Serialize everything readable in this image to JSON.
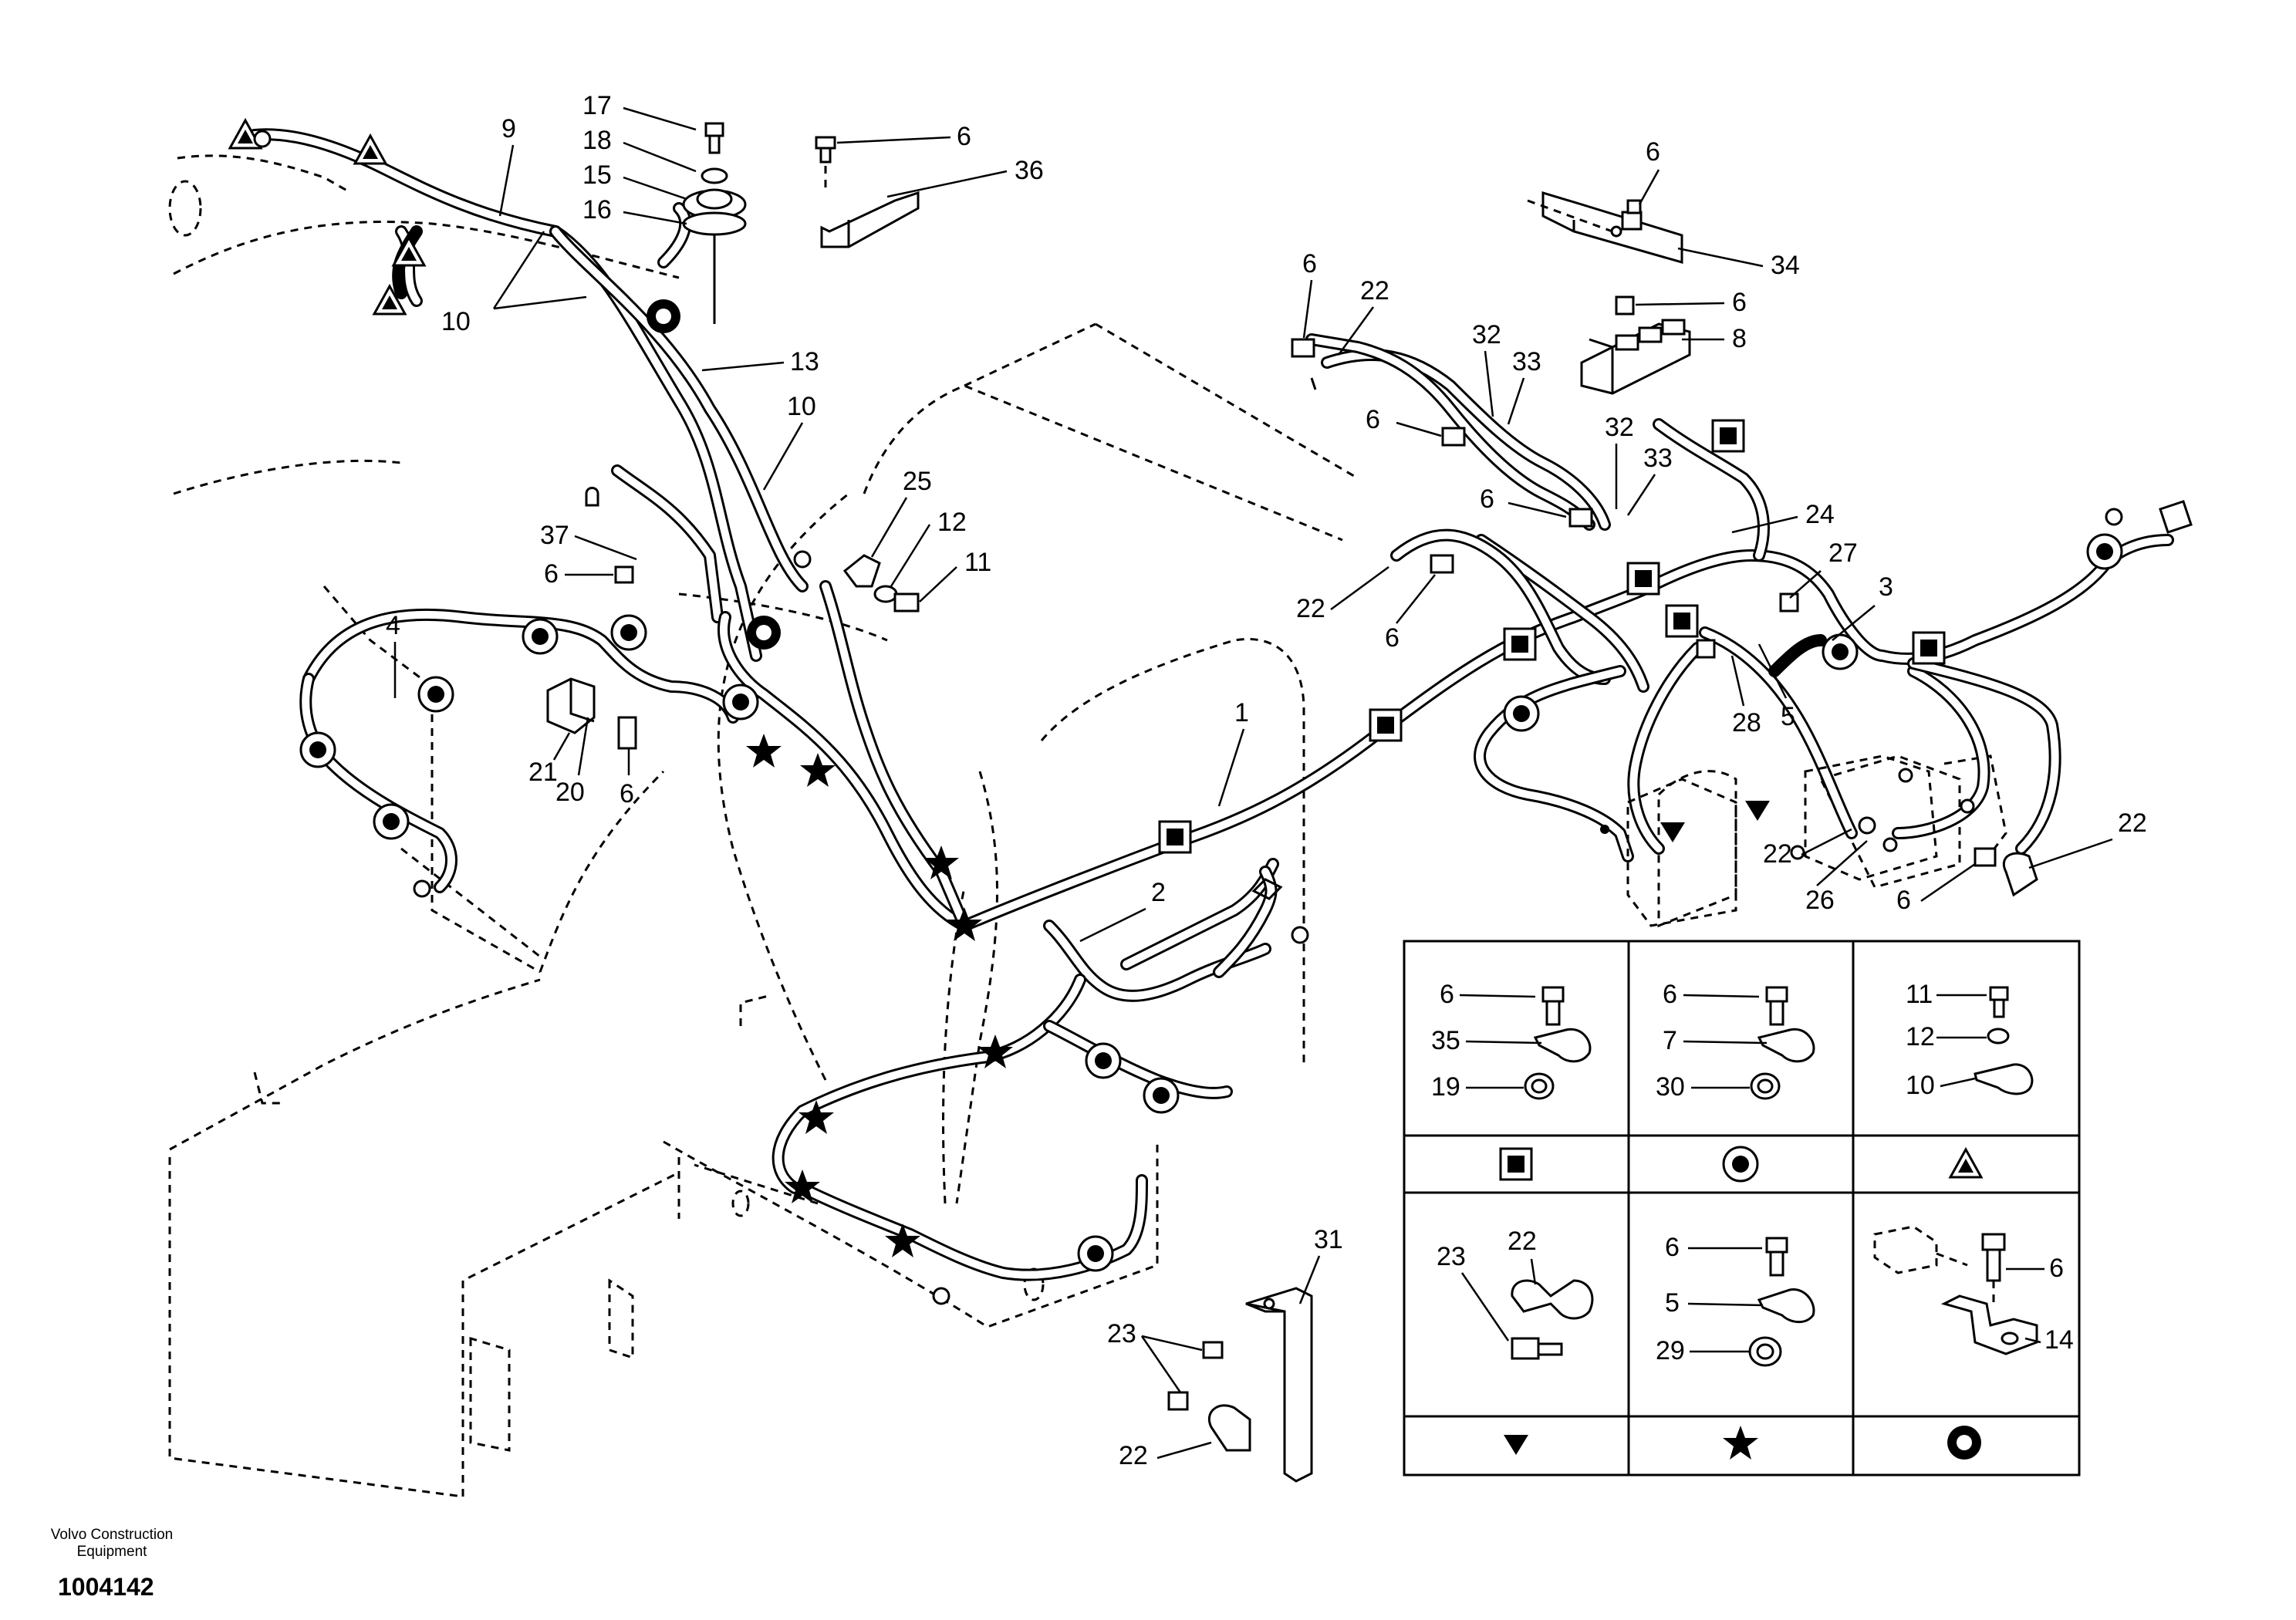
{
  "footer": {
    "company_line1": "Volvo Construction",
    "company_line2": "Equipment",
    "drawing_id": "1004142"
  },
  "callouts": [
    "17",
    "18",
    "15",
    "16",
    "6",
    "36",
    "9",
    "10",
    "13",
    "10",
    "6",
    "34",
    "6",
    "8",
    "6",
    "22",
    "32",
    "33",
    "6",
    "32",
    "33",
    "6",
    "24",
    "25",
    "12",
    "11",
    "37",
    "6",
    "4",
    "21",
    "20",
    "6",
    "22",
    "6",
    "27",
    "3",
    "28",
    "5",
    "1",
    "22",
    "26",
    "22",
    "6",
    "2",
    "31",
    "23",
    "22"
  ],
  "legend": {
    "cells": [
      {
        "labels": [
          "6",
          "35",
          "19"
        ],
        "symbol": "square-symbol"
      },
      {
        "labels": [
          "6",
          "7",
          "30"
        ],
        "symbol": "circle-dot-symbol"
      },
      {
        "labels": [
          "11",
          "12",
          "10"
        ],
        "symbol": "triangle-up-symbol"
      },
      {
        "labels": [
          "23",
          "22"
        ],
        "symbol": "triangle-down-symbol"
      },
      {
        "labels": [
          "6",
          "5",
          "29"
        ],
        "symbol": "star-symbol"
      },
      {
        "labels": [
          "6",
          "14"
        ],
        "symbol": "ring-symbol"
      }
    ]
  }
}
